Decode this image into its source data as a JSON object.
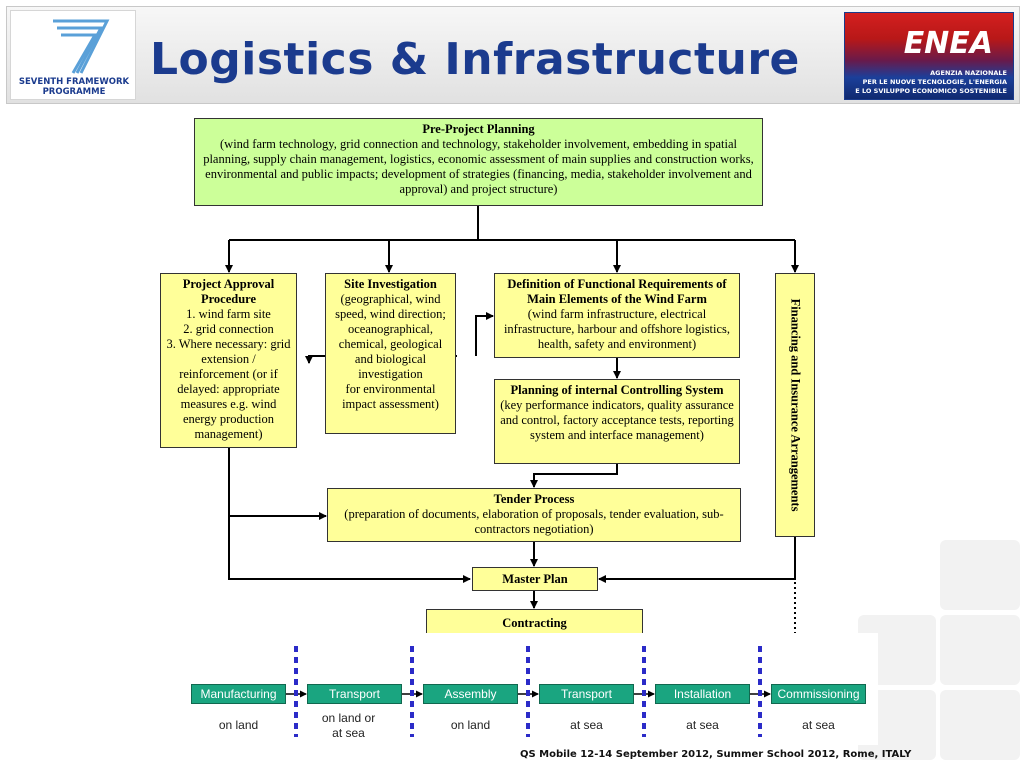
{
  "header": {
    "title": "Logistics & Infrastructure",
    "left_logo_text": [
      "SEVENTH FRAMEWORK",
      "PROGRAMME"
    ],
    "right_logo_text": "ENEA",
    "right_logo_subtitle": [
      "AGENZIA NAZIONALE",
      "PER LE NUOVE TECNOLOGIE, L'ENERGIA",
      "E LO SVILUPPO ECONOMICO SOSTENIBILE"
    ]
  },
  "flowchart": {
    "pre_project": {
      "title": "Pre-Project Planning",
      "body": "(wind farm technology, grid connection and technology, stakeholder involvement, embedding in spatial planning, supply chain management, logistics, economic assessment of main supplies and construction works, environmental and public impacts; development of strategies (financing, media, stakeholder involvement and approval) and project structure)"
    },
    "approval": {
      "title": "Project Approval Procedure",
      "body": "1. wind farm site\n2. grid connection\n3. Where necessary: grid extension / reinforcement (or if delayed: appropriate measures e.g. wind energy production management)"
    },
    "site": {
      "title": "Site Investigation",
      "body": "(geographical, wind speed, wind direction; oceanographical, chemical, geological and biological investigation\nfor environmental impact assessment)"
    },
    "functional": {
      "title": "Definition of Functional Requirements of Main Elements of the Wind Farm",
      "body": "(wind farm infrastructure, electrical infrastructure, harbour and offshore logistics, health, safety and environment)"
    },
    "controlling": {
      "title": "Planning of internal Controlling System",
      "body": "(key performance indicators, quality assurance and control, factory acceptance tests, reporting system and interface management)"
    },
    "financing": {
      "title": "Financing and Insurance Arrangements"
    },
    "tender": {
      "title": "Tender Process",
      "body": "(preparation of documents, elaboration of proposals, tender evaluation, sub-contractors negotiation)"
    },
    "master_plan": {
      "title": "Master Plan"
    },
    "contracting": {
      "title": "Contracting"
    }
  },
  "process_chain": {
    "steps": [
      {
        "label": "Manufacturing",
        "location": "on land"
      },
      {
        "label": "Transport",
        "location": "on land or\nat sea"
      },
      {
        "label": "Assembly",
        "location": "on land"
      },
      {
        "label": "Transport",
        "location": "at sea"
      },
      {
        "label": "Installation",
        "location": "at sea"
      },
      {
        "label": "Commissioning",
        "location": "at sea"
      }
    ],
    "colors": {
      "step_fill": "#1aa580",
      "divider": "#2b2bc8"
    }
  },
  "footer": {
    "text": "QS Mobile 12-14 September 2012, Summer School 2012, Rome, ITALY"
  },
  "colors": {
    "title": "#1b3b8e",
    "green_box": "#ccff99",
    "yellow_box": "#ffff99"
  }
}
